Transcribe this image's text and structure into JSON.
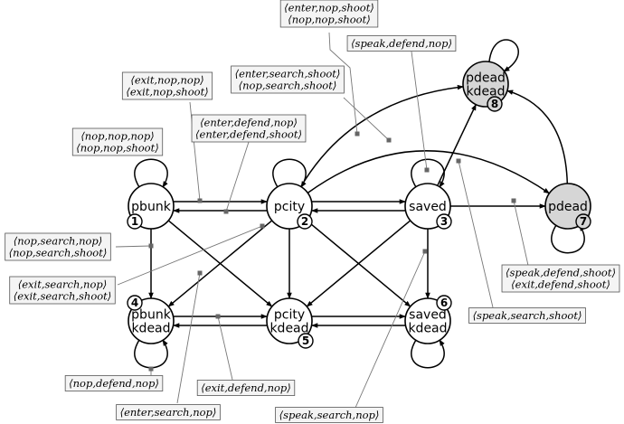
{
  "colors": {
    "node_fill": "#ffffff",
    "node_fill_dead": "#d6d6d6",
    "edge": "#000000",
    "label_box": "#f4f4f4",
    "leader": "#777777"
  },
  "nodes": [
    {
      "id": "n1",
      "lines": [
        "pbunk"
      ],
      "badge": "1",
      "dead": false
    },
    {
      "id": "n2",
      "lines": [
        "pcity"
      ],
      "badge": "2",
      "dead": false
    },
    {
      "id": "n3",
      "lines": [
        "saved"
      ],
      "badge": "3",
      "dead": false
    },
    {
      "id": "n4",
      "lines": [
        "pbunk",
        "kdead"
      ],
      "badge": "4",
      "dead": false
    },
    {
      "id": "n5",
      "lines": [
        "pcity",
        "kdead"
      ],
      "badge": "5",
      "dead": false
    },
    {
      "id": "n6",
      "lines": [
        "saved",
        "kdead"
      ],
      "badge": "6",
      "dead": false
    },
    {
      "id": "n7",
      "lines": [
        "pdead"
      ],
      "badge": "7",
      "dead": true
    },
    {
      "id": "n8",
      "lines": [
        "pdead",
        "kdead"
      ],
      "badge": "8",
      "dead": true
    }
  ],
  "labels": [
    {
      "id": "l_enter_nop_shoot",
      "lines": [
        "⟨enter,nop,shoot⟩",
        "⟨nop,nop,shoot⟩"
      ]
    },
    {
      "id": "l_speak_defend_nop",
      "lines": [
        "⟨speak,defend,nop⟩"
      ]
    },
    {
      "id": "l_exit_nop_nop",
      "lines": [
        "⟨exit,nop,nop⟩",
        "⟨exit,nop,shoot⟩"
      ]
    },
    {
      "id": "l_enter_search_shoot",
      "lines": [
        "⟨enter,search,shoot⟩",
        "⟨nop,search,shoot⟩"
      ]
    },
    {
      "id": "l_enter_defend_nop",
      "lines": [
        "⟨enter,defend,nop⟩",
        "⟨enter,defend,shoot⟩"
      ]
    },
    {
      "id": "l_nop_nop_nop",
      "lines": [
        "⟨nop,nop,nop⟩",
        "⟨nop,nop,shoot⟩"
      ]
    },
    {
      "id": "l_nop_search_nop",
      "lines": [
        "⟨nop,search,nop⟩",
        "⟨nop,search,shoot⟩"
      ]
    },
    {
      "id": "l_exit_search_nop",
      "lines": [
        "⟨exit,search,nop⟩",
        "⟨exit,search,shoot⟩"
      ]
    },
    {
      "id": "l_speak_defend_shoot",
      "lines": [
        "⟨speak,defend,shoot⟩",
        "⟨exit,defend,shoot⟩"
      ]
    },
    {
      "id": "l_speak_search_shoot",
      "lines": [
        "⟨speak,search,shoot⟩"
      ]
    },
    {
      "id": "l_nop_defend_nop",
      "lines": [
        "⟨nop,defend,nop⟩"
      ]
    },
    {
      "id": "l_exit_defend_nop",
      "lines": [
        "⟨exit,defend,nop⟩"
      ]
    },
    {
      "id": "l_enter_search_nop",
      "lines": [
        "⟨enter,search,nop⟩"
      ]
    },
    {
      "id": "l_speak_search_nop",
      "lines": [
        "⟨speak,search,nop⟩"
      ]
    }
  ]
}
